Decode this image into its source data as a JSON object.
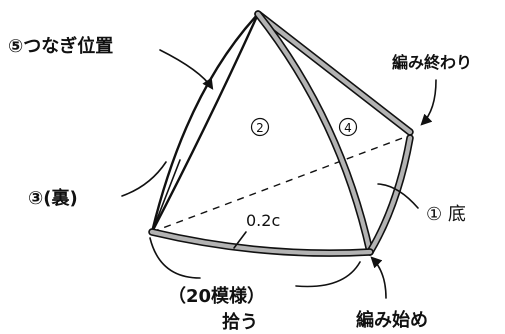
{
  "labels": {
    "join_position": "⑤つなぎ位置",
    "finish": "編み終わり",
    "back": "③(裏)",
    "bottom": "① 底",
    "thickness": "0.2c",
    "pickup_line1": "（20模様）",
    "pickup_line2": "拾う",
    "start": "編み始め"
  },
  "faces": {
    "face2": "②",
    "face4": "④"
  },
  "colors": {
    "band_fill": "#b3b3b3",
    "line": "#111111",
    "background": "#ffffff"
  }
}
